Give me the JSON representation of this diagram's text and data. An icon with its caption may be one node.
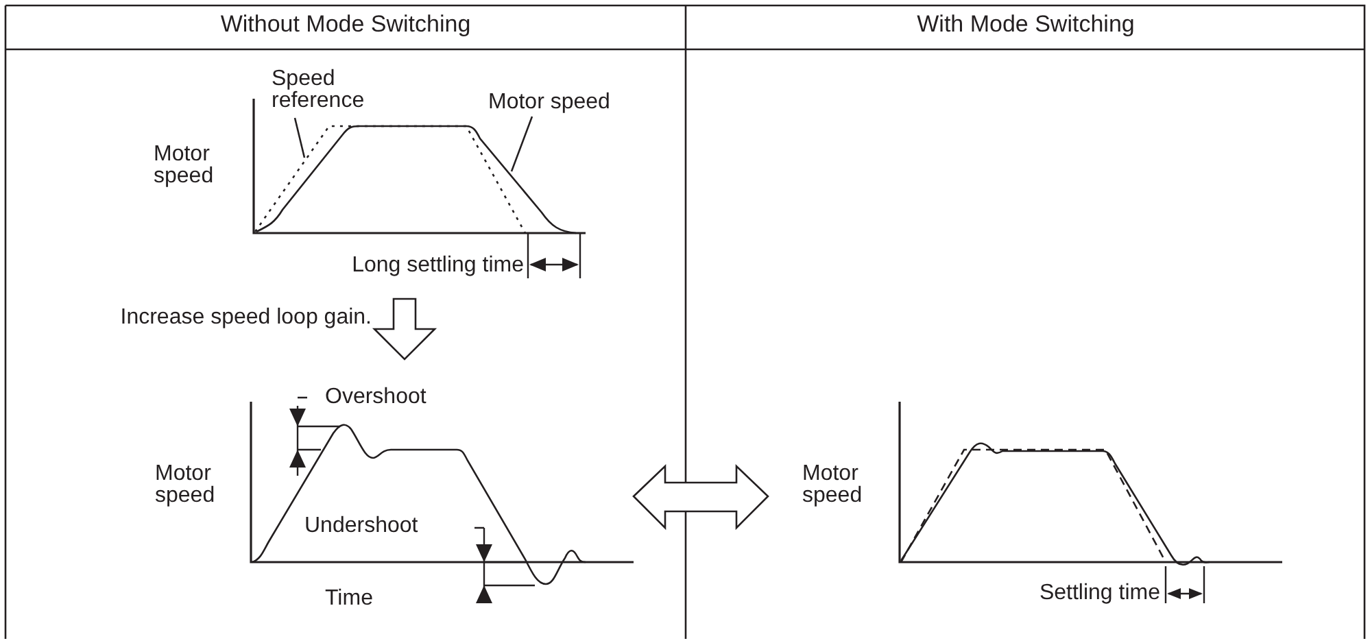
{
  "diagram": {
    "nodes": [
      {
        "text": [],
        "shape": "picture",
        "beside": [
          "Motor speed",
          "Long settling time"
        ]
      },
      {
        "text": [],
        "shape": "picture",
        "beside": [
          "Motor speed",
          "Time"
        ]
      },
      {
        "text": [],
        "shape": "picture",
        "beside": [
          "Motor speed",
          "Settling time"
        ]
      },
      {
        "text": [
          "Speed reference"
        ]
      },
      {
        "text": [
          "Motor speed"
        ]
      }
    ],
    "edges": [
      {
        "from": 3,
        "to": 0,
        "arrow": "none"
      },
      {
        "from": 4,
        "to": 0,
        "arrow": "none"
      },
      {
        "from": 0,
        "to": 1,
        "arrow": "to",
        "label": "Increase speed loop gain."
      },
      {
        "from": 1,
        "to": 2,
        "arrow": "both"
      }
    ],
    "labels": [
      "Without Mode Switching",
      "With Mode Switching",
      "Overshoot",
      "Undershoot"
    ]
  }
}
